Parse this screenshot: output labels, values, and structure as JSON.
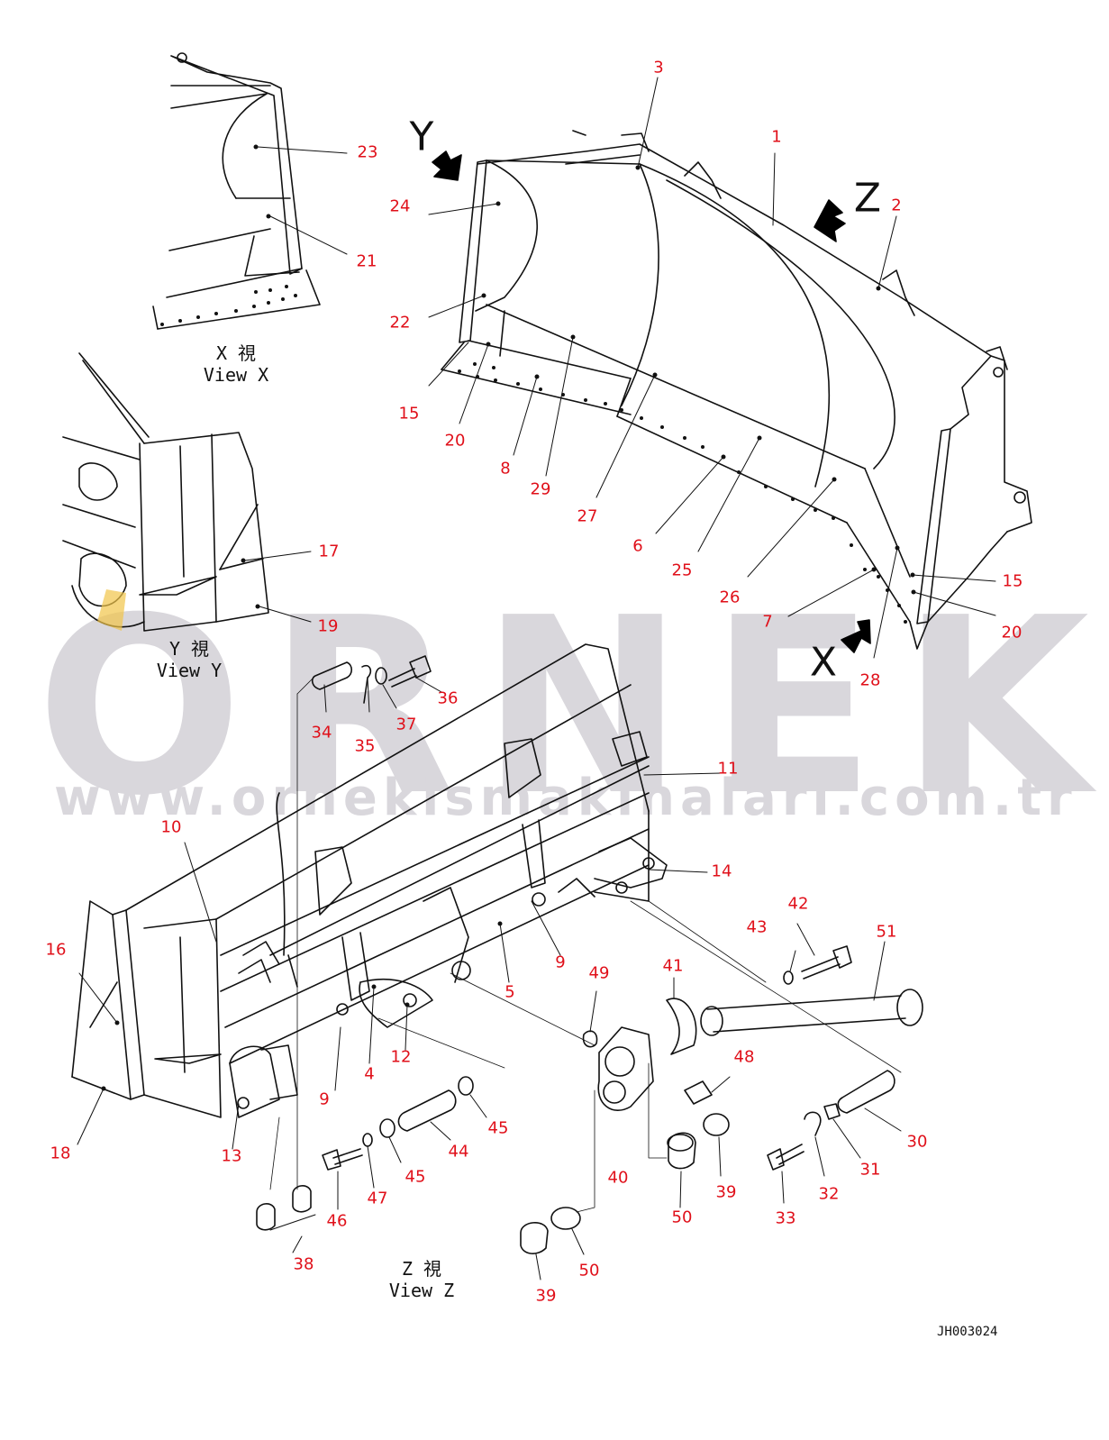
{
  "watermark": {
    "brand": "ORNEK",
    "url": "www.ornekismakinalari.com.tr"
  },
  "views": {
    "x": {
      "kanji": "X 視",
      "caption": "View X"
    },
    "y": {
      "kanji": "Y 視",
      "caption": "View Y"
    },
    "z": {
      "kanji": "Z 視",
      "caption": "View Z"
    }
  },
  "arrow_letters": {
    "y": "Y",
    "z": "Z",
    "x": "X"
  },
  "drawing_code": "JH003024",
  "colors": {
    "label": "#e0101a",
    "line": "#111111",
    "watermark": "#d9d7dc",
    "arrow": "#000000"
  },
  "callouts": [
    "1",
    "2",
    "3",
    "4",
    "5",
    "6",
    "7",
    "8",
    "9",
    "9",
    "10",
    "11",
    "12",
    "13",
    "14",
    "15",
    "15",
    "16",
    "17",
    "18",
    "19",
    "20",
    "20",
    "21",
    "22",
    "23",
    "24",
    "25",
    "26",
    "27",
    "28",
    "29",
    "30",
    "31",
    "32",
    "33",
    "34",
    "35",
    "36",
    "37",
    "38",
    "39",
    "39",
    "40",
    "41",
    "42",
    "43",
    "44",
    "45",
    "45",
    "46",
    "47",
    "48",
    "49",
    "50",
    "50",
    "51"
  ]
}
